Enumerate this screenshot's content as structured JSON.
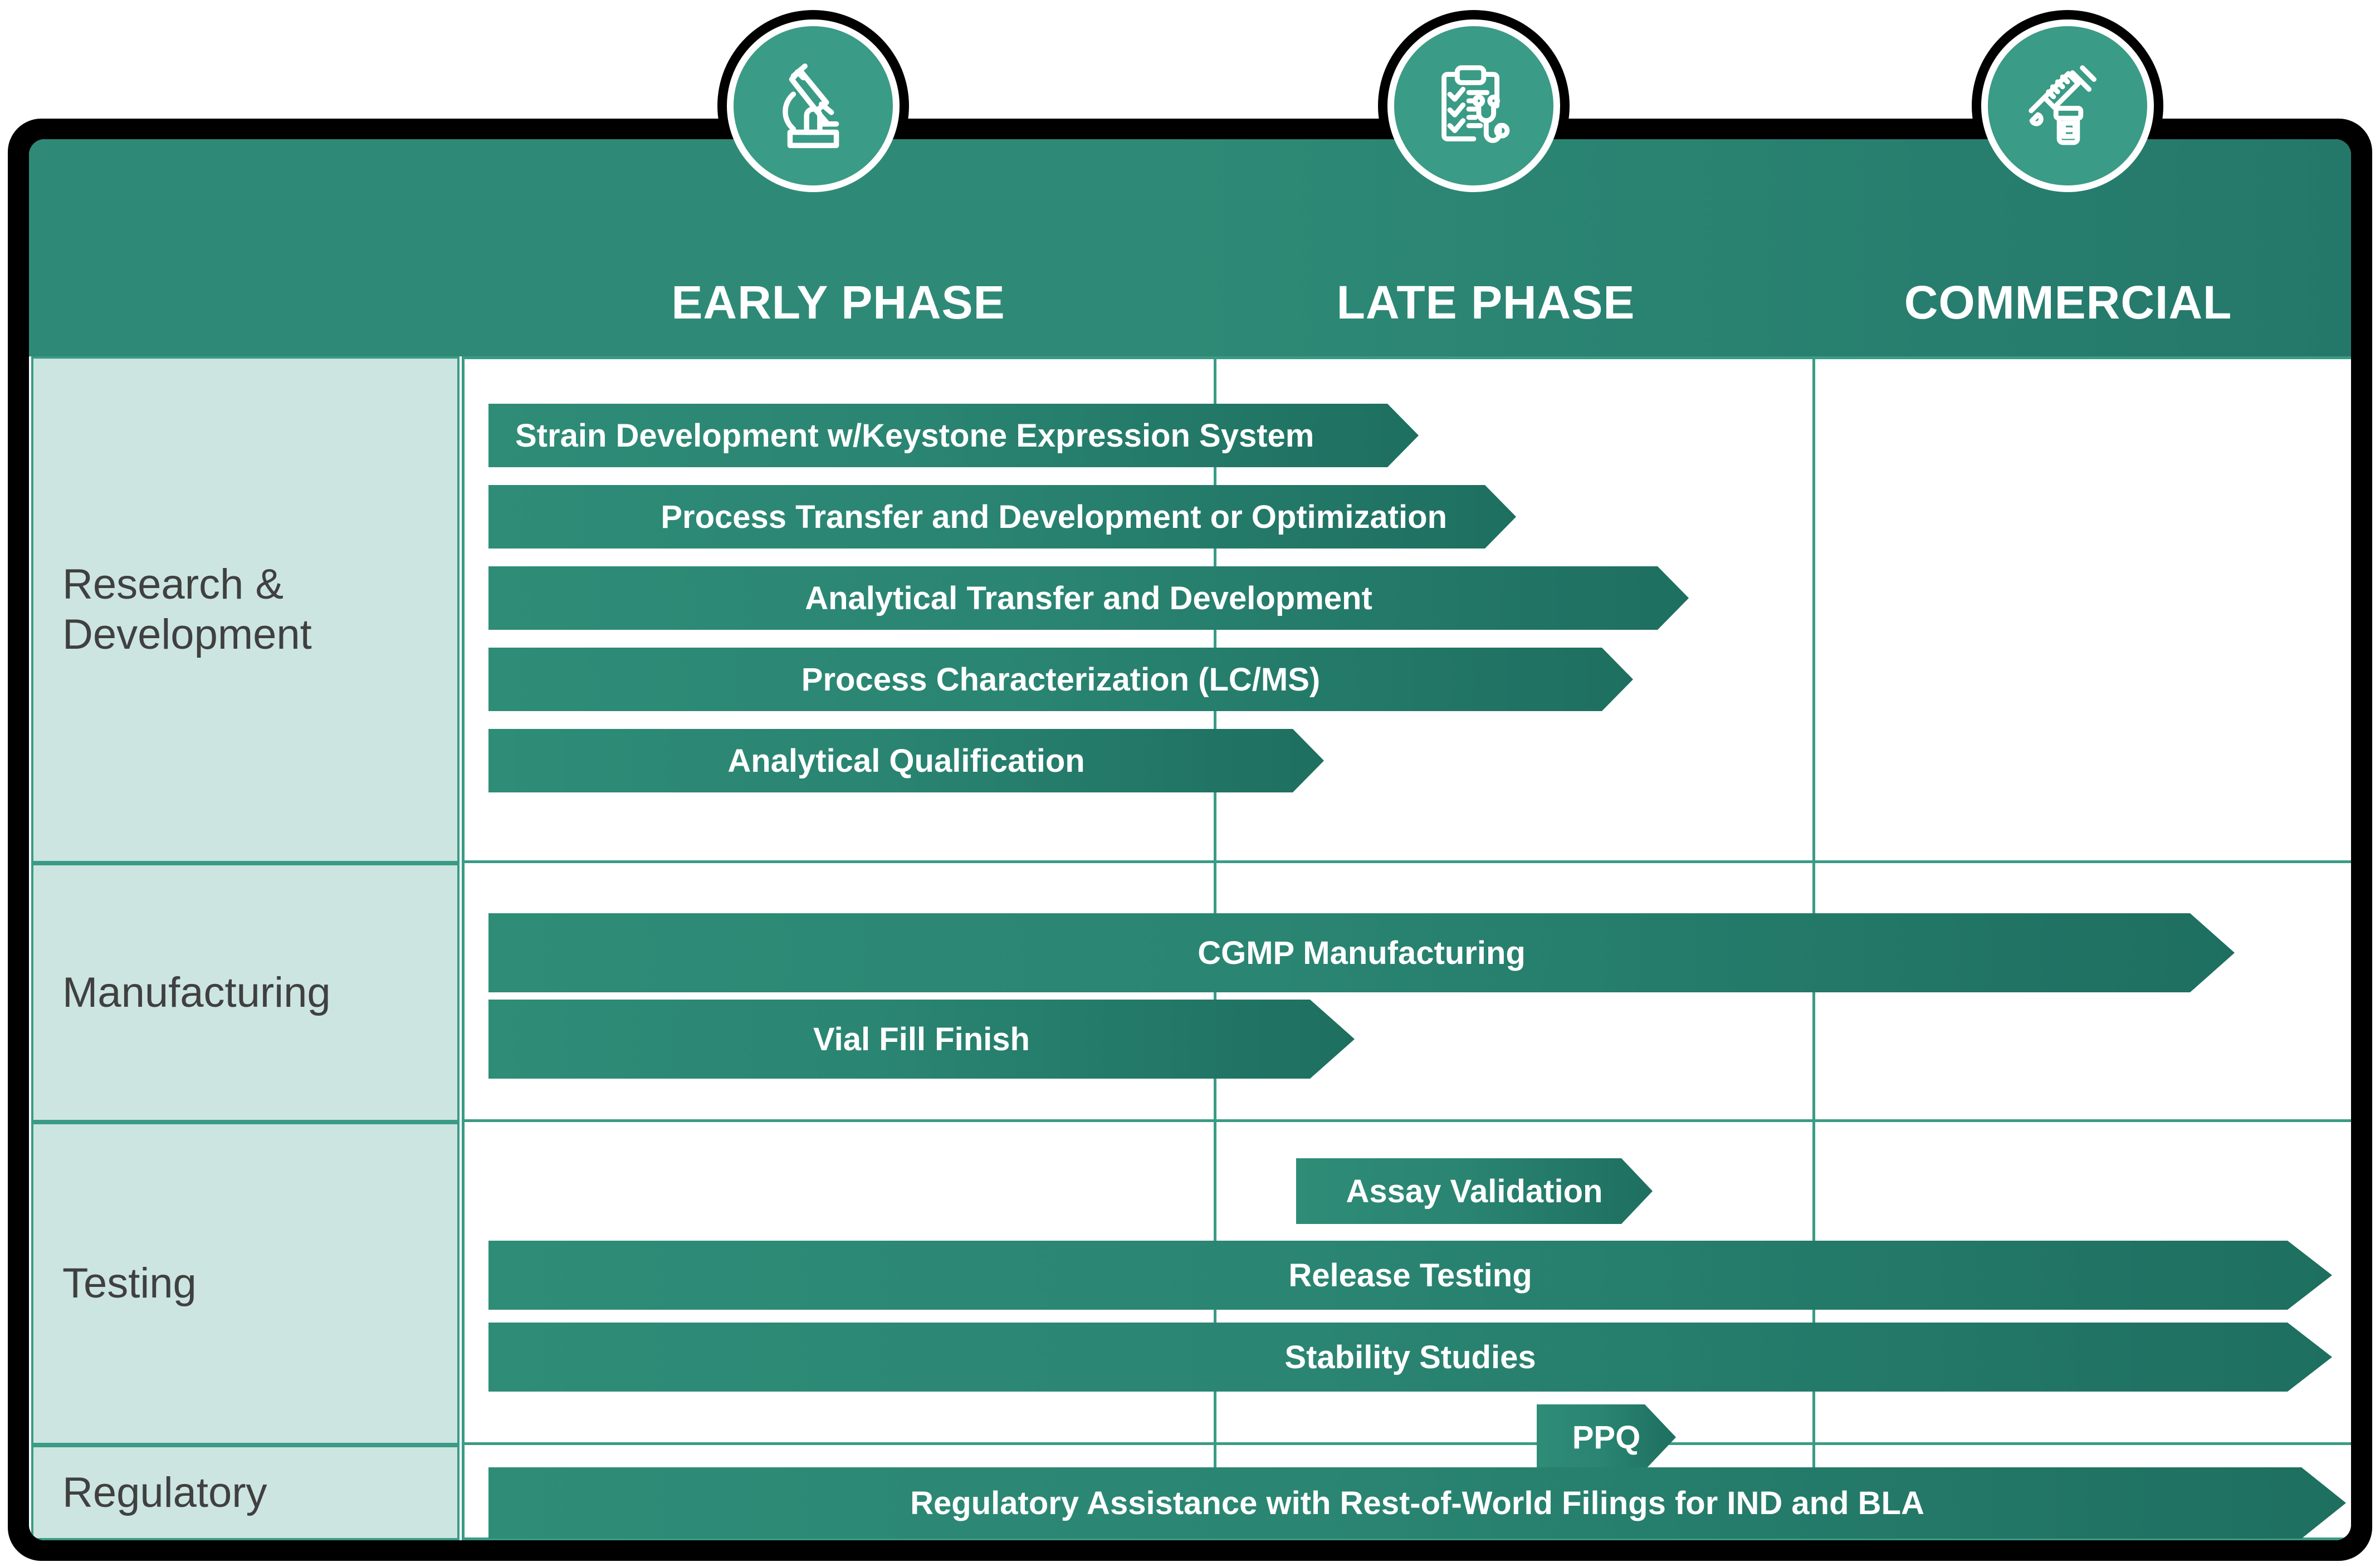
{
  "header": {
    "phases": [
      {
        "label": "EARLY PHASE",
        "icon": "microscope-icon"
      },
      {
        "label": "LATE PHASE",
        "icon": "clipboard-stethoscope-icon"
      },
      {
        "label": "COMMERCIAL",
        "icon": "syringe-vial-icon"
      }
    ]
  },
  "colors": {
    "header_band": "#2E8A76",
    "circle_fill": "#3A9B86",
    "row_label_bg": "#CCE5E0",
    "grid_line": "#3A9B86",
    "bar_start": "#2E8C77",
    "bar_end": "#1E6F60",
    "frame": "#000000",
    "label_text": "#404040",
    "bar_text": "#FFFFFF"
  },
  "rows": [
    {
      "label": "Research &\nDevelopment",
      "label_line1": "Research &",
      "label_line2": "Development",
      "bars": [
        {
          "text": "Strain Development w/Keystone Expression System",
          "align": "left"
        },
        {
          "text": "Process Transfer and Development or Optimization",
          "align": "right"
        },
        {
          "text": "Analytical Transfer and Development",
          "align": "center"
        },
        {
          "text": "Process Characterization (LC/MS)",
          "align": "center"
        },
        {
          "text": "Analytical Qualification",
          "align": "center"
        }
      ]
    },
    {
      "label": "Manufacturing",
      "bars": [
        {
          "text": "CGMP Manufacturing",
          "align": "center"
        },
        {
          "text": "Vial Fill Finish",
          "align": "center"
        }
      ]
    },
    {
      "label": "Testing",
      "bars": [
        {
          "text": "Assay Validation",
          "align": "center"
        },
        {
          "text": "Release Testing",
          "align": "center"
        },
        {
          "text": "Stability Studies",
          "align": "center"
        },
        {
          "text": "PPQ",
          "align": "center"
        }
      ]
    },
    {
      "label": "Regulatory",
      "bars": [
        {
          "text": "Regulatory Assistance with Rest-of-World Filings for IND and BLA",
          "align": "center"
        }
      ]
    }
  ]
}
